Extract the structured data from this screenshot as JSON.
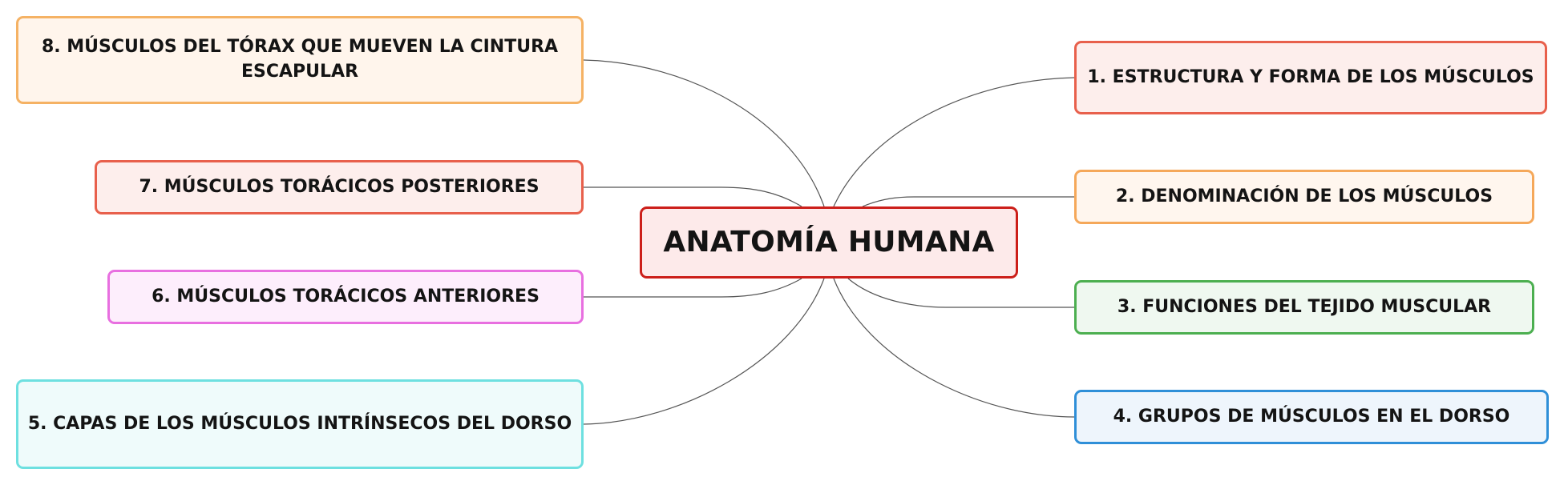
{
  "root": {
    "label": "ANATOMÍA HUMANA",
    "color": "#cc1f1a",
    "fill": "#fdeaea"
  },
  "branches": [
    {
      "label": "1. ESTRUCTURA Y FORMA DE LOS MÚSCULOS",
      "color": "#e8604c",
      "fill": "#fdeeec"
    },
    {
      "label": "2. DENOMINACIÓN DE LOS MÚSCULOS",
      "color": "#f5a85a",
      "fill": "#fff6ee"
    },
    {
      "label": "3. FUNCIONES DEL TEJIDO MUSCULAR",
      "color": "#4caf50",
      "fill": "#eff8f0"
    },
    {
      "label": "4. GRUPOS DE MÚSCULOS EN EL DORSO",
      "color": "#2f8fd8",
      "fill": "#eef5fc"
    },
    {
      "label": "5. CAPAS DE LOS MÚSCULOS INTRÍNSECOS DEL DORSO",
      "color": "#6ee0e0",
      "fill": "#effbfb"
    },
    {
      "label": "6. MÚSCULOS TORÁCICOS ANTERIORES",
      "color": "#e86fe0",
      "fill": "#fdeefc"
    },
    {
      "label": "7. MÚSCULOS TORÁCICOS POSTERIORES",
      "color": "#e8604c",
      "fill": "#fdeeec"
    },
    {
      "label": "8. MÚSCULOS DEL TÓRAX QUE MUEVEN LA CINTURA ESCAPULAR",
      "color": "#f5b264",
      "fill": "#fff5ec"
    }
  ]
}
